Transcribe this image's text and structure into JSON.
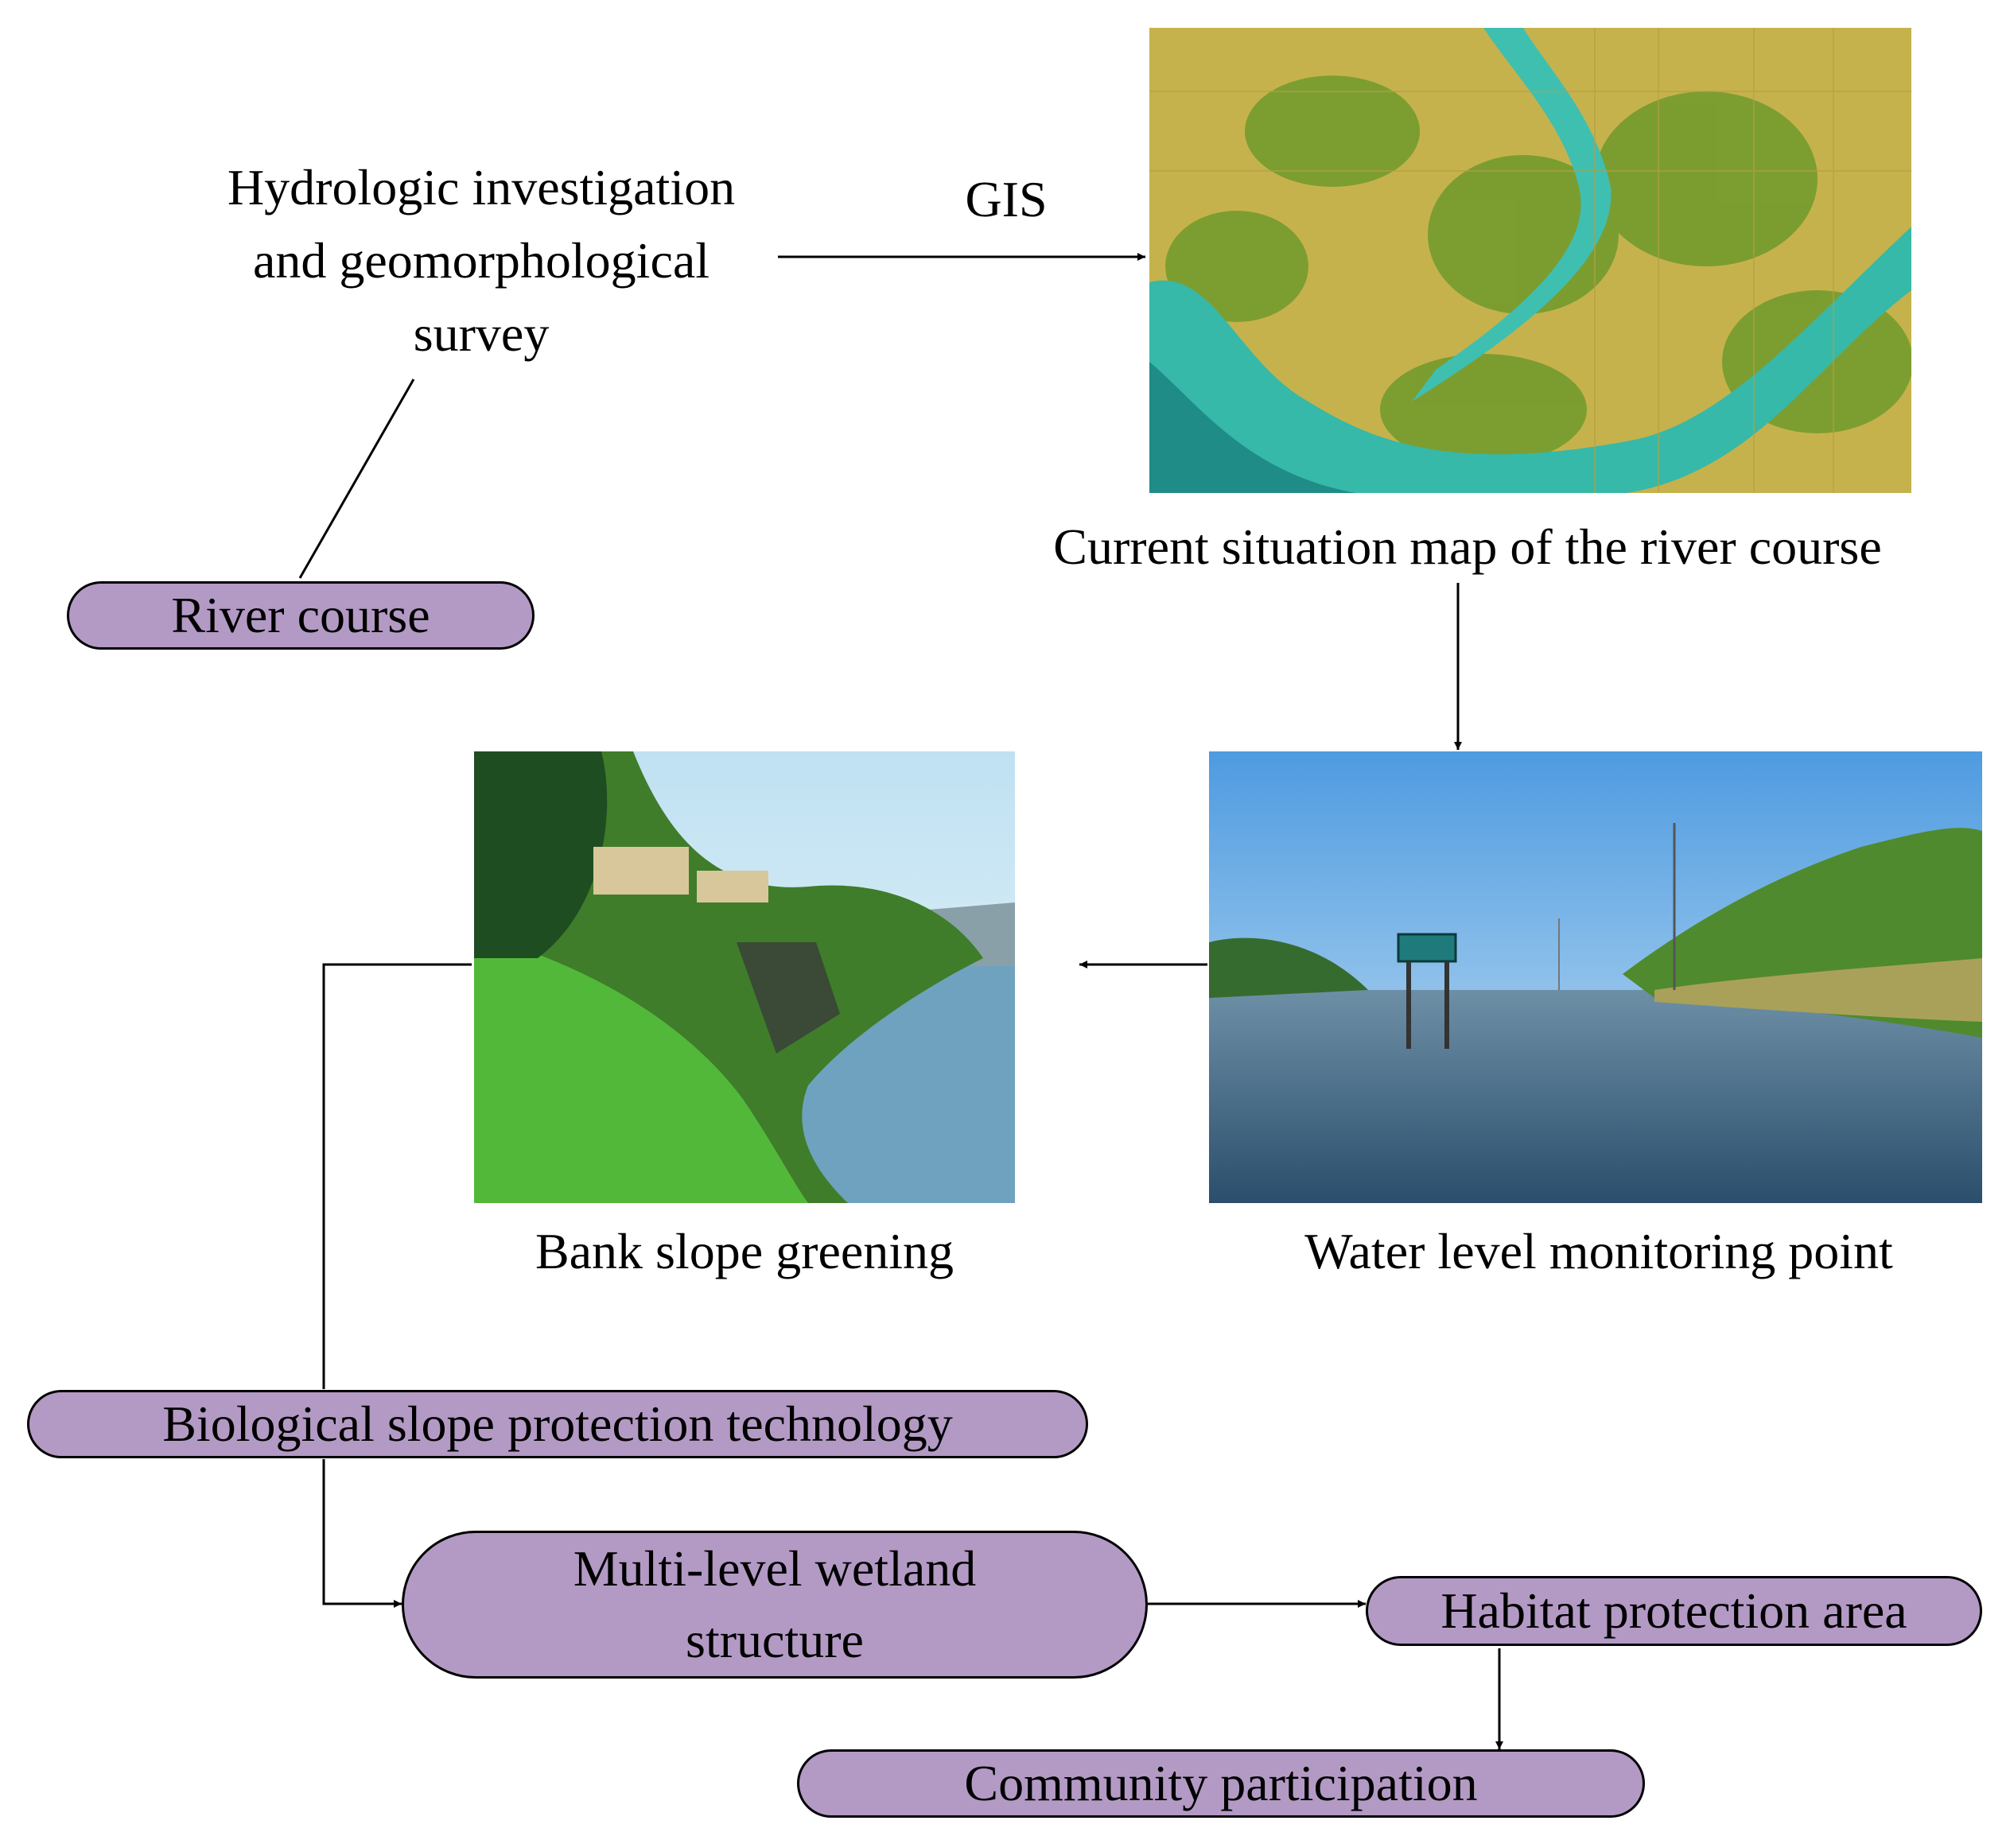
{
  "survey_label": [
    "Hydrologic investigation",
    "and geomorphological",
    "survey"
  ],
  "gis_label": "GIS",
  "river_map_caption": "Current situation map of the river course",
  "bank_caption": "Bank slope greening",
  "monitor_caption": "Water level monitoring point",
  "nodes": {
    "river_course": "River course",
    "bio_slope": "Biological slope protection technology",
    "wetland": [
      "Multi-level wetland",
      "structure"
    ],
    "habitat": "Habitat protection area",
    "community": "Community participation"
  },
  "colors": {
    "node_fill": "#b39ac4",
    "line": "#000000"
  },
  "icons": {
    "river_map": "aerial-river-map-image",
    "bank": "green-bank-slope-photo",
    "monitor": "water-level-gauge-photo"
  }
}
